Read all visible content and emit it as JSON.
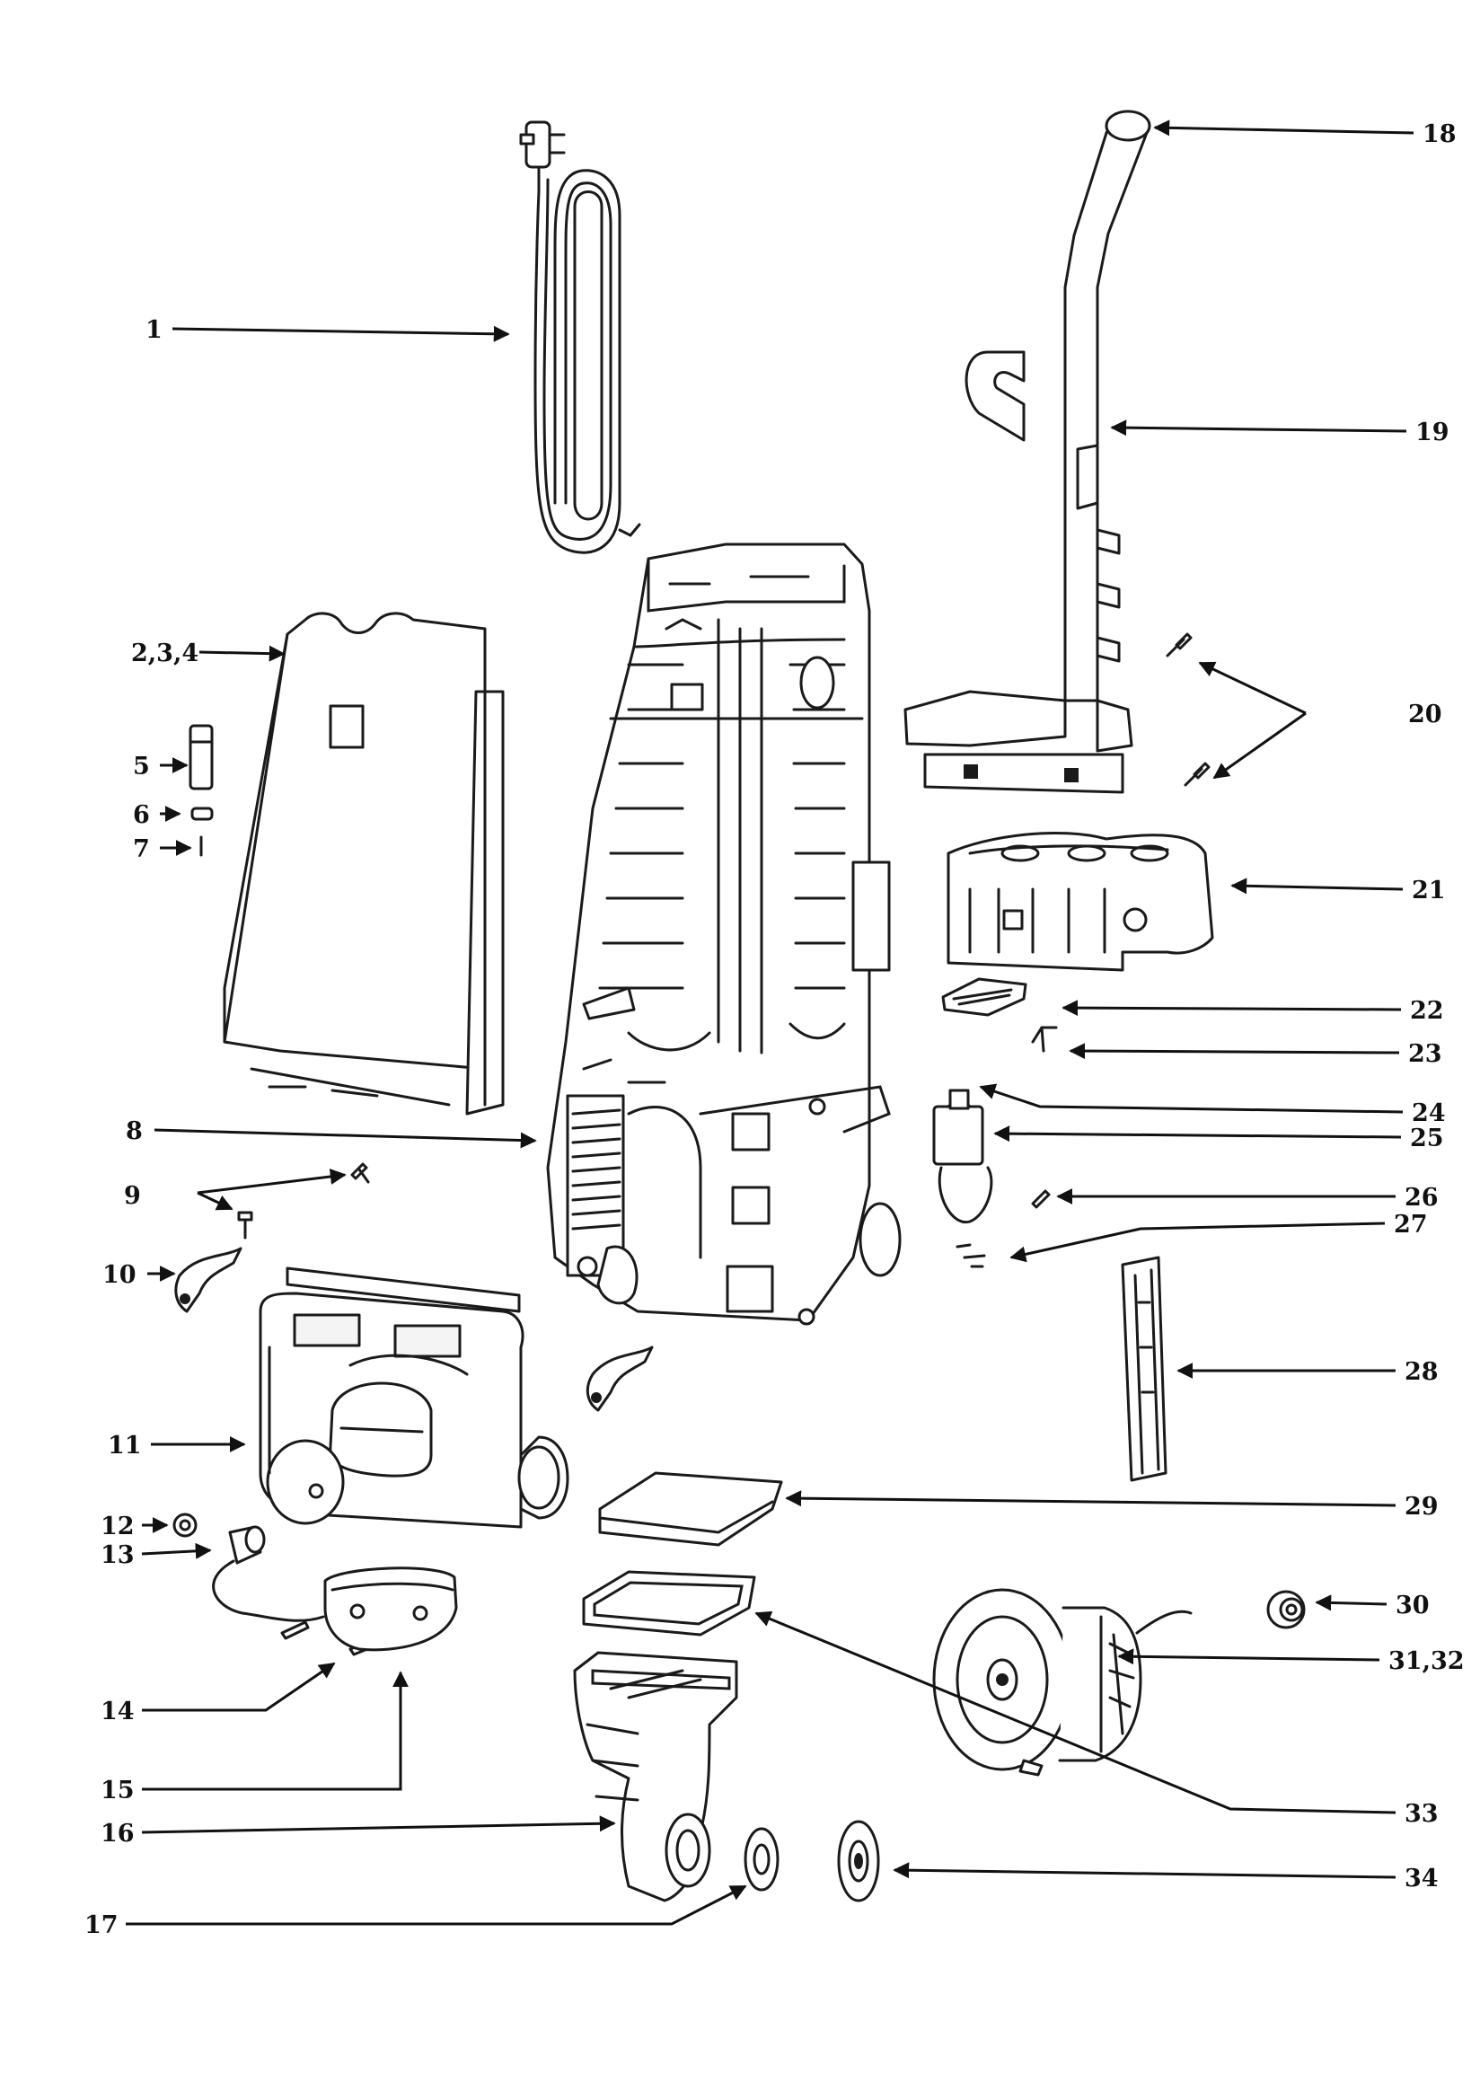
{
  "diagram": {
    "callouts": [
      {
        "id": "c1",
        "label": "1"
      },
      {
        "id": "c2",
        "label": "2,3,4"
      },
      {
        "id": "c5",
        "label": "5"
      },
      {
        "id": "c6",
        "label": "6"
      },
      {
        "id": "c7",
        "label": "7"
      },
      {
        "id": "c8",
        "label": "8"
      },
      {
        "id": "c9",
        "label": "9"
      },
      {
        "id": "c10",
        "label": "10"
      },
      {
        "id": "c11",
        "label": "11"
      },
      {
        "id": "c12",
        "label": "12"
      },
      {
        "id": "c13",
        "label": "13"
      },
      {
        "id": "c14",
        "label": "14"
      },
      {
        "id": "c15",
        "label": "15"
      },
      {
        "id": "c16",
        "label": "16"
      },
      {
        "id": "c17",
        "label": "17"
      },
      {
        "id": "c18",
        "label": "18"
      },
      {
        "id": "c19",
        "label": "19"
      },
      {
        "id": "c20",
        "label": "20"
      },
      {
        "id": "c21",
        "label": "21"
      },
      {
        "id": "c22",
        "label": "22"
      },
      {
        "id": "c23",
        "label": "23"
      },
      {
        "id": "c24",
        "label": "24"
      },
      {
        "id": "c25",
        "label": "25"
      },
      {
        "id": "c26",
        "label": "26"
      },
      {
        "id": "c27",
        "label": "27"
      },
      {
        "id": "c28",
        "label": "28"
      },
      {
        "id": "c29",
        "label": "29"
      },
      {
        "id": "c30",
        "label": "30"
      },
      {
        "id": "c31",
        "label": "31,32"
      },
      {
        "id": "c33",
        "label": "33"
      },
      {
        "id": "c34",
        "label": "34"
      }
    ]
  }
}
